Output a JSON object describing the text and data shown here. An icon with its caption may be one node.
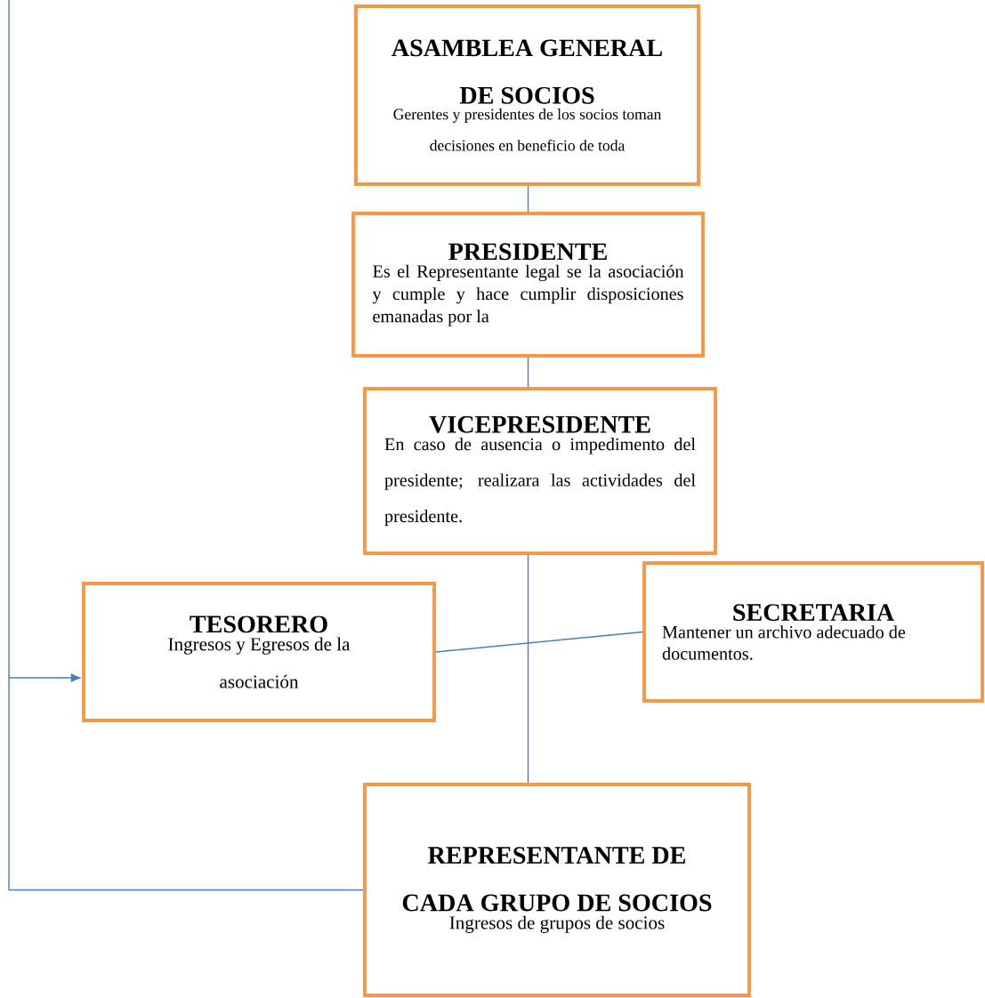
{
  "diagram": {
    "nodes": [
      {
        "text": [
          "ASAMBLEA GENERAL DE SOCIOS",
          "Gerentes y presidentes de los socios toman decisiones en beneficio de toda"
        ]
      },
      {
        "text": [
          "PRESIDENTE",
          "Es el Representante legal se la asociación y cumple y hace cumplir disposiciones emanadas por la"
        ]
      },
      {
        "text": [
          "VICEPRESIDENTE",
          "En caso de ausencia o impedimento del presidente; realizara las actividades del presidente."
        ]
      },
      {
        "text": [
          "TESORERO",
          "Ingresos y Egresos de la asociación"
        ]
      },
      {
        "text": [
          "SECRETARIA",
          "Mantener un archivo adecuado de documentos."
        ]
      },
      {
        "text": [
          "REPRESENTANTE DE CADA GRUPO DE SOCIOS",
          "Ingresos de grupos de socios"
        ]
      }
    ],
    "edges": [
      {
        "from": 0,
        "to": 1,
        "arrow": "none"
      },
      {
        "from": 1,
        "to": 2,
        "arrow": "none"
      },
      {
        "from": 2,
        "to": 5,
        "arrow": "none"
      },
      {
        "from": 3,
        "to": 4,
        "arrow": "none"
      },
      {
        "from": 5,
        "to": 3,
        "arrow": "to"
      }
    ]
  }
}
